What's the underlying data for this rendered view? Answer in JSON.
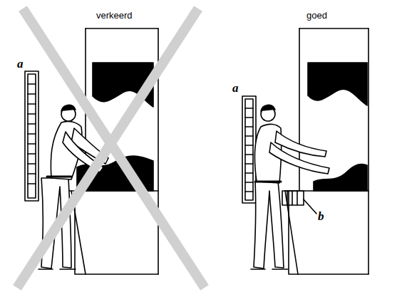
{
  "diagram": {
    "labels": [
      "verkeerd",
      "a",
      "goed",
      "a",
      "b"
    ]
  }
}
